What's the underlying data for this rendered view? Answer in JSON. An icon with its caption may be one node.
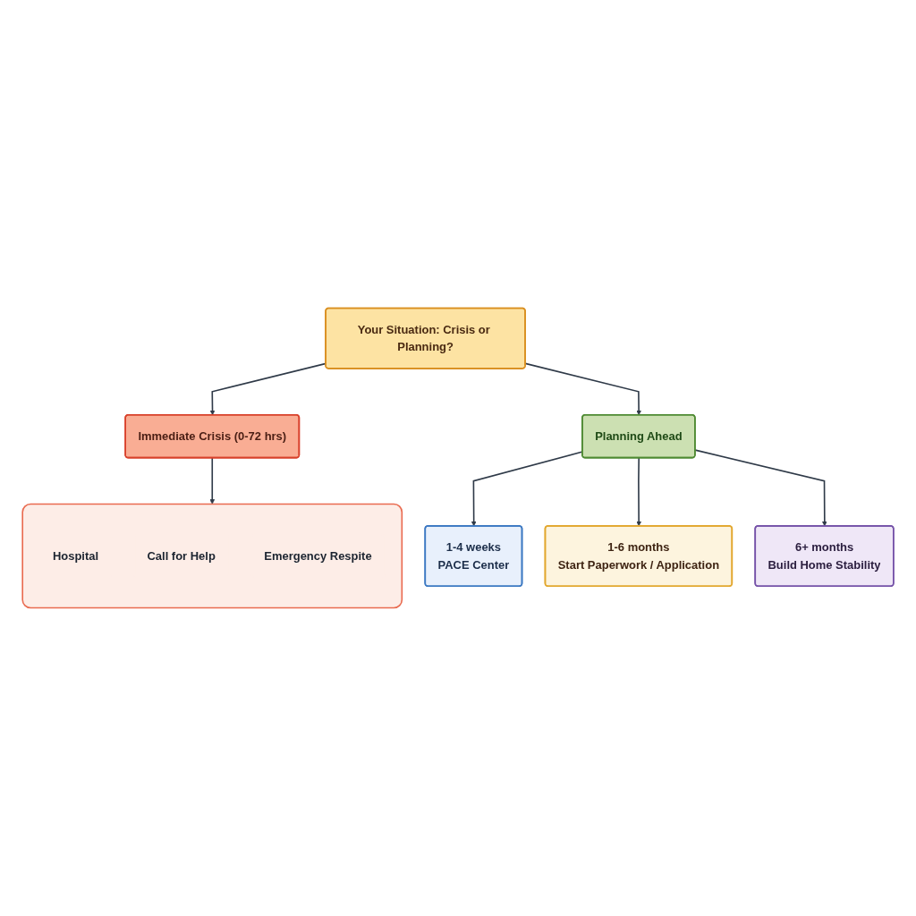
{
  "diagram": {
    "nodes": [
      {
        "text": [
          "Your Situation: Crisis or Planning?"
        ]
      },
      {
        "text": [
          "Immediate Crisis (0-72 hrs)"
        ]
      },
      {
        "text": [
          "Planning Ahead"
        ]
      },
      {
        "text": [],
        "shape": "box"
      },
      {
        "text": [
          "Hospital"
        ],
        "in": 3
      },
      {
        "text": [
          "Call for Help"
        ],
        "in": 3
      },
      {
        "text": [
          "Emergency Respite"
        ],
        "in": 3
      },
      {
        "text": [
          "1-4 weeks",
          "PACE Center"
        ]
      },
      {
        "text": [
          "1-6 months",
          "Start Paperwork / Application"
        ]
      },
      {
        "text": [
          "6+ months",
          "Build Home Stability"
        ]
      }
    ],
    "edges": [
      {
        "from": 0,
        "to": 1,
        "arrow": "to"
      },
      {
        "from": 0,
        "to": 2,
        "arrow": "to"
      },
      {
        "from": 1,
        "to": 3,
        "arrow": "to"
      },
      {
        "from": 2,
        "to": 7,
        "arrow": "to"
      },
      {
        "from": 2,
        "to": 8,
        "arrow": "to"
      },
      {
        "from": 2,
        "to": 9,
        "arrow": "to"
      }
    ]
  }
}
